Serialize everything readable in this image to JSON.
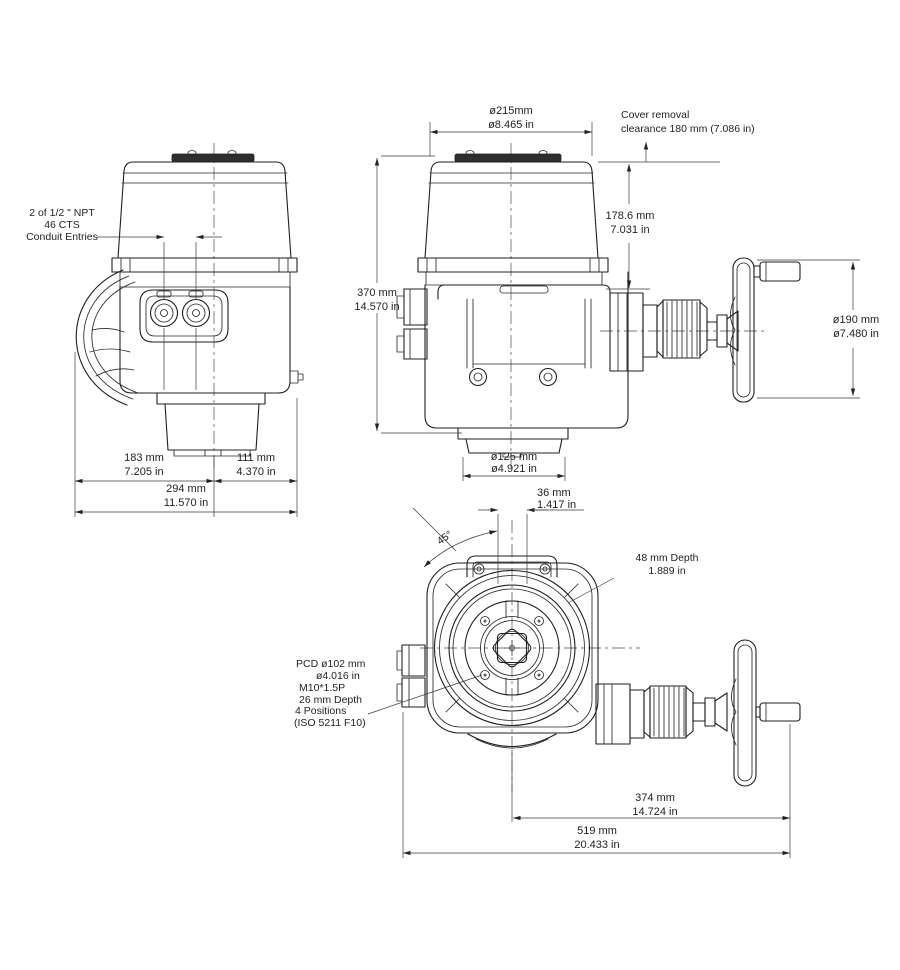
{
  "colors": {
    "ink": "#1f1f1f",
    "thin_line": "#3a3a3a",
    "nameplate": "#2e2e2e",
    "background": "#ffffff"
  },
  "notes": {
    "conduit": {
      "l1": "2 of 1/2 \" NPT",
      "l2": "46 CTS",
      "l3": "Conduit Entries"
    },
    "cover_removal": {
      "l1": "Cover removal",
      "l2": "clearance 180 mm (7.086 in)"
    },
    "depth48": {
      "l1": "48 mm Depth",
      "l2": "1.889 in"
    },
    "pcd": {
      "l1": "PCD ø102 mm",
      "l2": "ø4.016 in",
      "l3": "M10*1.5P",
      "l4": "26 mm Depth",
      "l5": "4 Positions",
      "l6": "(ISO 5211 F10)"
    },
    "angle": "45°"
  },
  "dims": {
    "dia215": {
      "mm": "ø215mm",
      "in": "ø8.465 in"
    },
    "h1786": {
      "mm": "178.6 mm",
      "in": "7.031 in"
    },
    "h370": {
      "mm": "370 mm",
      "in": "14.570 in"
    },
    "dia190": {
      "mm": "ø190 mm",
      "in": "ø7.480 in"
    },
    "w183": {
      "mm": "183 mm",
      "in": "7.205 in"
    },
    "w111": {
      "mm": "111 mm",
      "in": "4.370 in"
    },
    "w294": {
      "mm": "294 mm",
      "in": "11.570 in"
    },
    "dia125": {
      "mm": "ø125 mm",
      "in": "ø4.921 in"
    },
    "w36": {
      "mm": "36 mm",
      "in": "1.417 in"
    },
    "w374": {
      "mm": "374 mm",
      "in": "14.724 in"
    },
    "w519": {
      "mm": "519 mm",
      "in": "20.433 in"
    }
  }
}
